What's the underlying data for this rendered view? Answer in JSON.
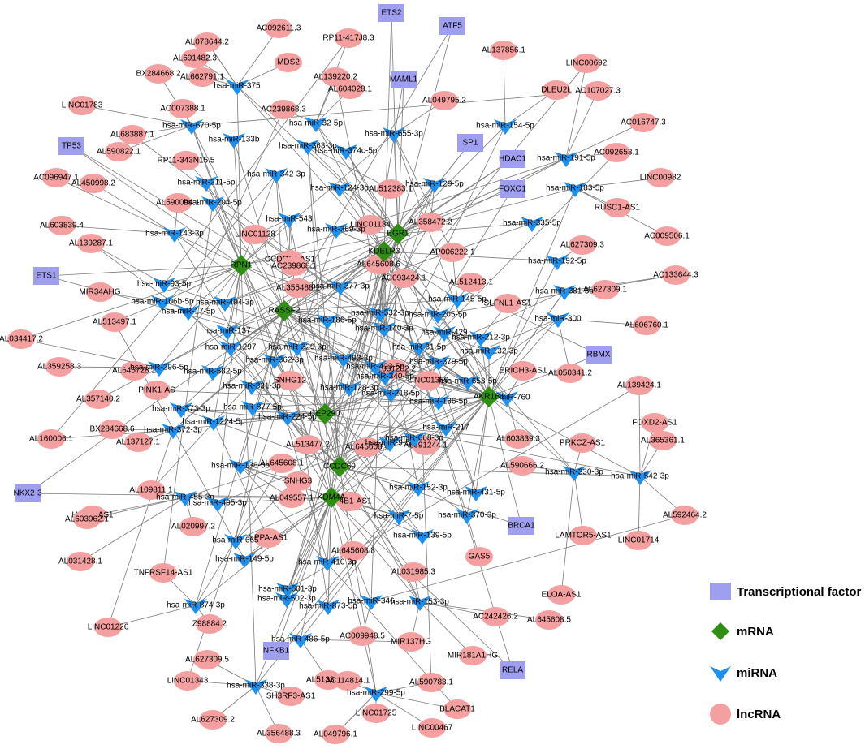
{
  "colors": {
    "tf": "#9f9ff2",
    "mrna": "#2e8f12",
    "mirna": "#1e90ee",
    "lncrna": "#f4a0a0",
    "edge": "#7a7a7a"
  },
  "legend": [
    {
      "type": "tf",
      "label": "Transcriptional factor"
    },
    {
      "type": "mrna",
      "label": "mRNA"
    },
    {
      "type": "mirna",
      "label": "miRNA"
    },
    {
      "type": "lncrna",
      "label": "lncRNA"
    }
  ],
  "nodes": {
    "tf": [
      "ETS2",
      "ATF5",
      "MAML1",
      "TP53",
      "SP1",
      "HDAC1",
      "FOXO1",
      "ETS1",
      "RBMX",
      "NKX2-3",
      "BRCA1",
      "NFKB1",
      "RELA"
    ],
    "mrna": [
      "EGR1",
      "KDELR3",
      "RPN1",
      "RASSF2",
      "CEP290",
      "CCDC69",
      "KDM4A",
      "AKR1B1"
    ],
    "mirna": [
      "hsa-miR-375",
      "hsa-miR-133b",
      "hsa-miR-670-5p",
      "hsa-miR-32-5p",
      "hsa-miR-363-3p",
      "hsa-miR-374c-5p",
      "hsa-miR-655-3p",
      "hsa-miR-154-5p",
      "hsa-miR-191-5p",
      "hsa-miR-211-5p",
      "hsa-miR-342-3p",
      "hsa-miR-124-3p",
      "hsa-miR-129-5p",
      "hsa-miR-183-5p",
      "hsa-miR-204-5p",
      "hsa-miR-543",
      "hsa-miR-369-3p",
      "hsa-miR-335-5p",
      "hsa-miR-143-3p",
      "hsa-miR-192-5p",
      "hsa-miR-377-3p",
      "hsa-miR-93-5p",
      "hsa-miR-106b-5p",
      "hsa-miR-17-5p",
      "hsa-miR-494-3p",
      "hsa-miR-532-3p",
      "hsa-miR-145-5p",
      "hsa-miR-205-5p",
      "hsa-miR-300",
      "hsa-miR-381-3p",
      "hsa-miR-137",
      "hsa-miR-186-5p",
      "hsa-miR-140-3p",
      "hsa-miR-429",
      "hsa-miR-212-3p",
      "hsa-miR-1297",
      "hsa-miR-329-3p",
      "hsa-miR-31-5p",
      "hsa-miR-132-3p",
      "hsa-miR-362-3p",
      "hsa-miR-296-5p",
      "hsa-miR-582-5p",
      "hsa-miR-493-3p",
      "hsa-miR-423-5p",
      "hsa-miR-379-5p",
      "hsa-miR-340-5p",
      "hsa-miR-653-5p",
      "hsa-miR-331-3p",
      "hsa-miR-128-3p",
      "hsa-miR-218-5p",
      "hsa-miR-186-5p",
      "hsa-miR-760",
      "hsa-miR-373-3p",
      "hsa-miR-877-5p",
      "hsa-miR-1224-5p",
      "hsa-miR-224-5p",
      "hsa-miR-372-3p",
      "hsa-miR-217",
      "hsa-miR-138-5p",
      "hsa-miR-330-3p",
      "hsa-miR-542-3p",
      "hsa-miR-455-3p",
      "hsa-miR-495-3p",
      "hsa-miR-152-3p",
      "hsa-miR-431-5p",
      "hsa-miR-665",
      "hsa-miR-7-5p",
      "hsa-miR-370-3p",
      "hsa-miR-139-5p",
      "hsa-miR-149-5p",
      "hsa-miR-410-3p",
      "hsa-miR-501-3p",
      "hsa-miR-502-3p",
      "hsa-miR-874-3p",
      "hsa-miR-873-5p",
      "hsa-miR-346",
      "hsa-miR-153-3p",
      "hsa-miR-486-5p",
      "hsa-miR-338-3p",
      "hsa-miR-299-5p",
      "hsa-miR-9-5p",
      "hsa-miR-668-3p"
    ],
    "lncrna": [
      "AL078644.2",
      "AC092611.3",
      "AL691482.3",
      "RP11-417J8.3",
      "MDS2",
      "AL137856.1",
      "LINC00692",
      "BX284668.2",
      "AL662791.1",
      "AL139220.2",
      "AL604028.1",
      "DLEU2L",
      "AC107027.3",
      "LINC01783",
      "AC007388.1",
      "AC239868.3",
      "AL049795.2",
      "AC016747.3",
      "AL683887.1",
      "AL590822.1",
      "RP11-343N15.5",
      "AC092653.1",
      "AC096947.1",
      "AL450998.2",
      "AL512383.1",
      "LINC00982",
      "AL590094.1",
      "AL358472.2",
      "RUSC1-AS1",
      "AL603839.4",
      "LINC01128",
      "LINC01134",
      "AC009506.1",
      "AL139287.1",
      "CCDC18-AS1",
      "AL645608.6",
      "AP006222.1",
      "AL627309.3",
      "AC239868.1",
      "AC133644.3",
      "MIR34AHG",
      "AL355488.1",
      "AC093424.1",
      "AL512413.1",
      "AL627309.1",
      "AL513497.1",
      "SLFNL1-AS1",
      "AL606760.1",
      "AL034417.2",
      "AL359258.3",
      "AL645728.1",
      "AL031282.2",
      "ERICH3-AS1",
      "AL050341.2",
      "PINK1-AS",
      "SNHG12",
      "LINC01389",
      "AL139424.1",
      "AL357140.2",
      "FOXD2-AS1",
      "AL160006.1",
      "BX284668.6",
      "AL137127.1",
      "AL513477.2",
      "AL645608.4",
      "AL391244.1",
      "AL603839.3",
      "PRKCZ-AS1",
      "AL365361.1",
      "AL645608.1",
      "AL590666.2",
      "HIPK1-AS1",
      "AL109811.1",
      "SNHG3",
      "AL049557.1",
      "AP4B1-AS1",
      "AL603962.1",
      "AL020997.2",
      "NPPA-AS1",
      "AL645608.8",
      "LAMTOR5-AS1",
      "AL592464.2",
      "LINC01714",
      "AL031428.1",
      "TNFRSF14-AS1",
      "GAS5",
      "ELOA-AS1",
      "AL031985.3",
      "AC242426.2",
      "AL645608.5",
      "LINC01226",
      "Z98884.2",
      "AC009948.5",
      "MIR137HG",
      "AL627309.5",
      "MIR181A1HG",
      "LINC01343",
      "AL513327.3",
      "AC114814.1",
      "AL590783.1",
      "SH3RF3-AS1",
      "AL627309.2",
      "BLACAT1",
      "LINC01725",
      "AL356488.3",
      "AL049796.1",
      "LINC00467"
    ]
  }
}
